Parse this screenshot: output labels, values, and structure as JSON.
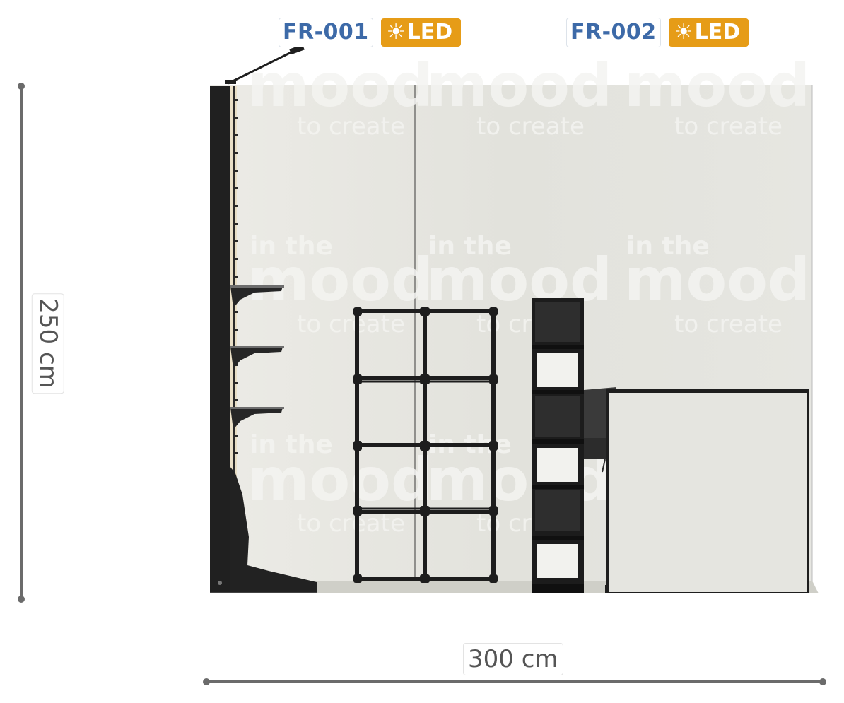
{
  "fixtures": [
    {
      "code": "FR-001",
      "led": "LED",
      "led_icon": "sun-icon"
    },
    {
      "code": "FR-002",
      "led": "LED",
      "led_icon": "sun-icon"
    }
  ],
  "dimensions": {
    "height": "250 cm",
    "width": "300 cm"
  },
  "wall_graphic": {
    "line1": "in the",
    "line2": "mood",
    "line3": "to create"
  },
  "colors": {
    "led_badge": "#e69c17",
    "code_text": "#3d6aa8",
    "dimension_line": "#6b6b6b",
    "wall": "#e4e4df"
  }
}
